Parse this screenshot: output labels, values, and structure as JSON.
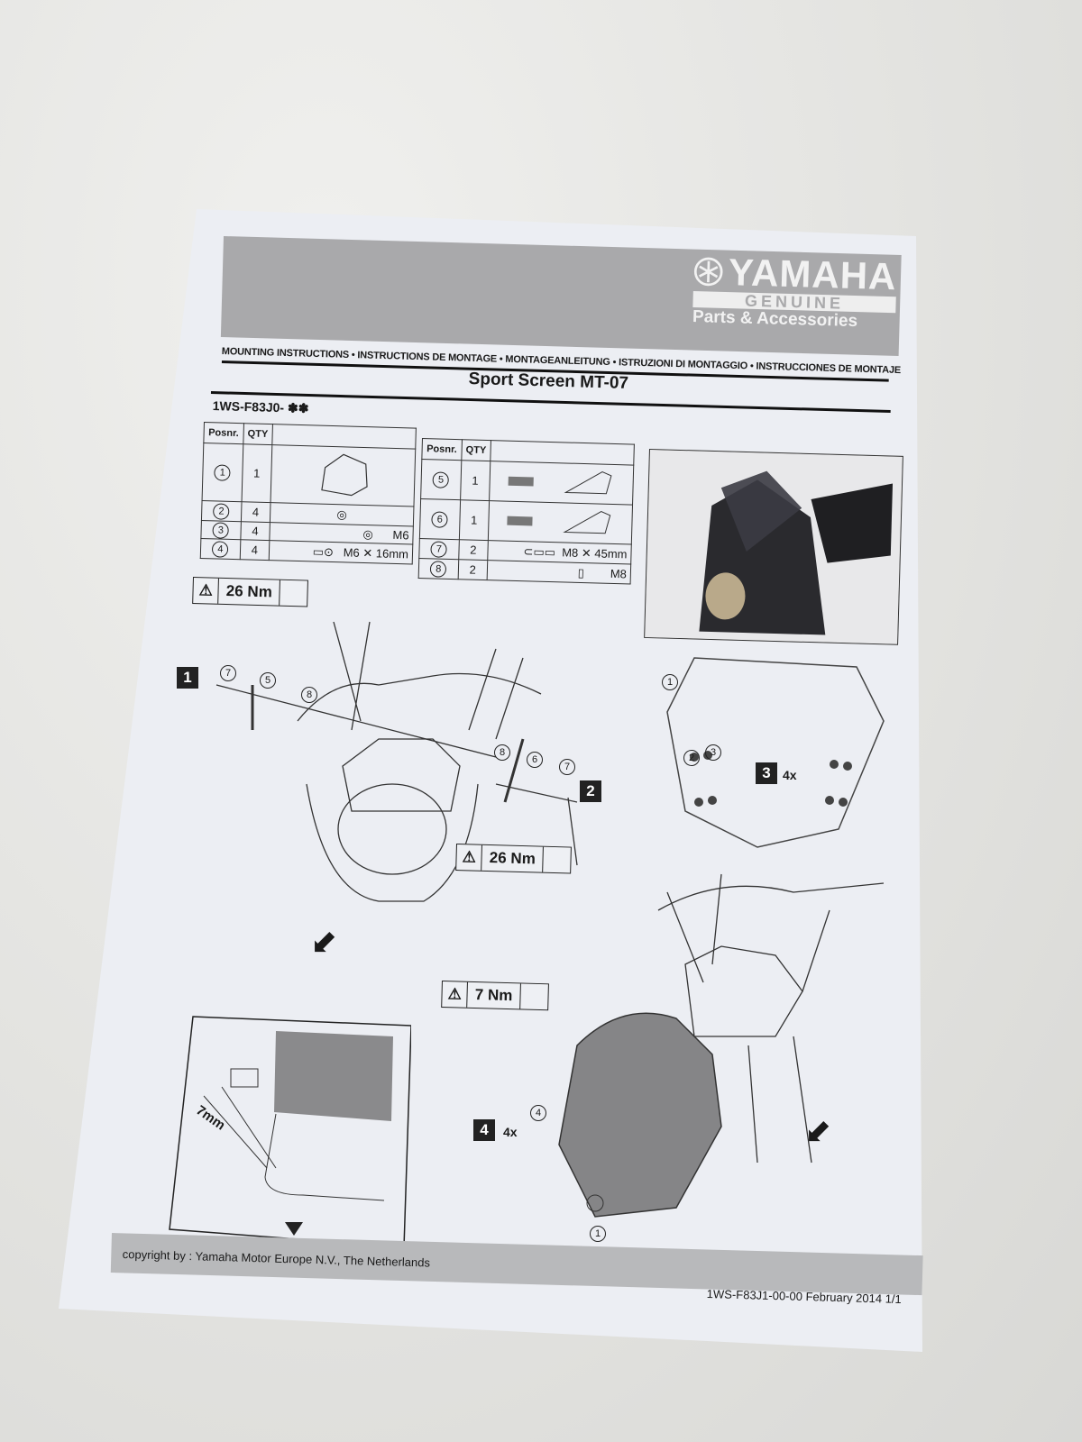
{
  "header": {
    "brand": "YAMAHA",
    "genuine": "GENUINE",
    "parts_accessories": "Parts & Accessories",
    "languages": "MOUNTING INSTRUCTIONS • INSTRUCTIONS DE MONTAGE • MONTAGEANLEITUNG • ISTRUZIONI DI MONTAGGIO • INSTRUCCIONES DE MONTAJE",
    "title": "Sport Screen  MT-07",
    "part_code": "1WS-F83J0- ✽✽"
  },
  "parts_table_left": {
    "headers": [
      "Posnr.",
      "QTY"
    ],
    "rows": [
      {
        "pos": "1",
        "qty": "1",
        "desc": ""
      },
      {
        "pos": "2",
        "qty": "4",
        "desc": ""
      },
      {
        "pos": "3",
        "qty": "4",
        "desc": "M6"
      },
      {
        "pos": "4",
        "qty": "4",
        "desc": "M6 ✕ 16mm"
      }
    ]
  },
  "parts_table_right": {
    "headers": [
      "Posnr.",
      "QTY"
    ],
    "rows": [
      {
        "pos": "5",
        "qty": "1",
        "desc": ""
      },
      {
        "pos": "6",
        "qty": "1",
        "desc": ""
      },
      {
        "pos": "7",
        "qty": "2",
        "desc": "M8 ✕ 45mm"
      },
      {
        "pos": "8",
        "qty": "2",
        "desc": "M8"
      }
    ]
  },
  "steps": {
    "torque_1": "26 Nm",
    "torque_2": "26 Nm",
    "torque_4": "7 Nm",
    "step1": "1",
    "step2": "2",
    "step3": "3",
    "step3_qty": "4x",
    "step4": "4",
    "step4_qty": "4x",
    "gap": "7mm",
    "callouts": [
      "7",
      "5",
      "8",
      "8",
      "6",
      "7",
      "1",
      "2",
      "3",
      "4",
      "1"
    ]
  },
  "footer": {
    "copyright": "copyright by :  Yamaha Motor Europe N.V., The Netherlands",
    "doc_number": "1WS-F83J1-00-00   February 2014 1/1"
  }
}
